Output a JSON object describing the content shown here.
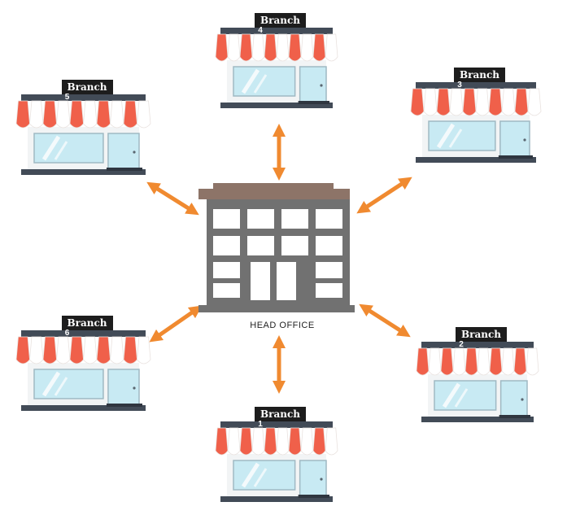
{
  "head_office": {
    "label": "HEAD OFFICE"
  },
  "branches": [
    {
      "label": "Branch",
      "number": "1"
    },
    {
      "label": "Branch",
      "number": "2"
    },
    {
      "label": "Branch",
      "number": "3"
    },
    {
      "label": "Branch",
      "number": "4"
    },
    {
      "label": "Branch",
      "number": "5"
    },
    {
      "label": "Branch",
      "number": "6"
    }
  ],
  "colors": {
    "awning_red": "#f0604a",
    "awning_white": "#ffffff",
    "store_frame": "#424b57",
    "window_glass": "#c8eaf3",
    "building_gray": "#717171",
    "roof_brown": "#8d7468",
    "arrow_orange": "#f08a30"
  },
  "icons": [
    "store-icon",
    "office-building-icon",
    "double-arrow-icon"
  ]
}
